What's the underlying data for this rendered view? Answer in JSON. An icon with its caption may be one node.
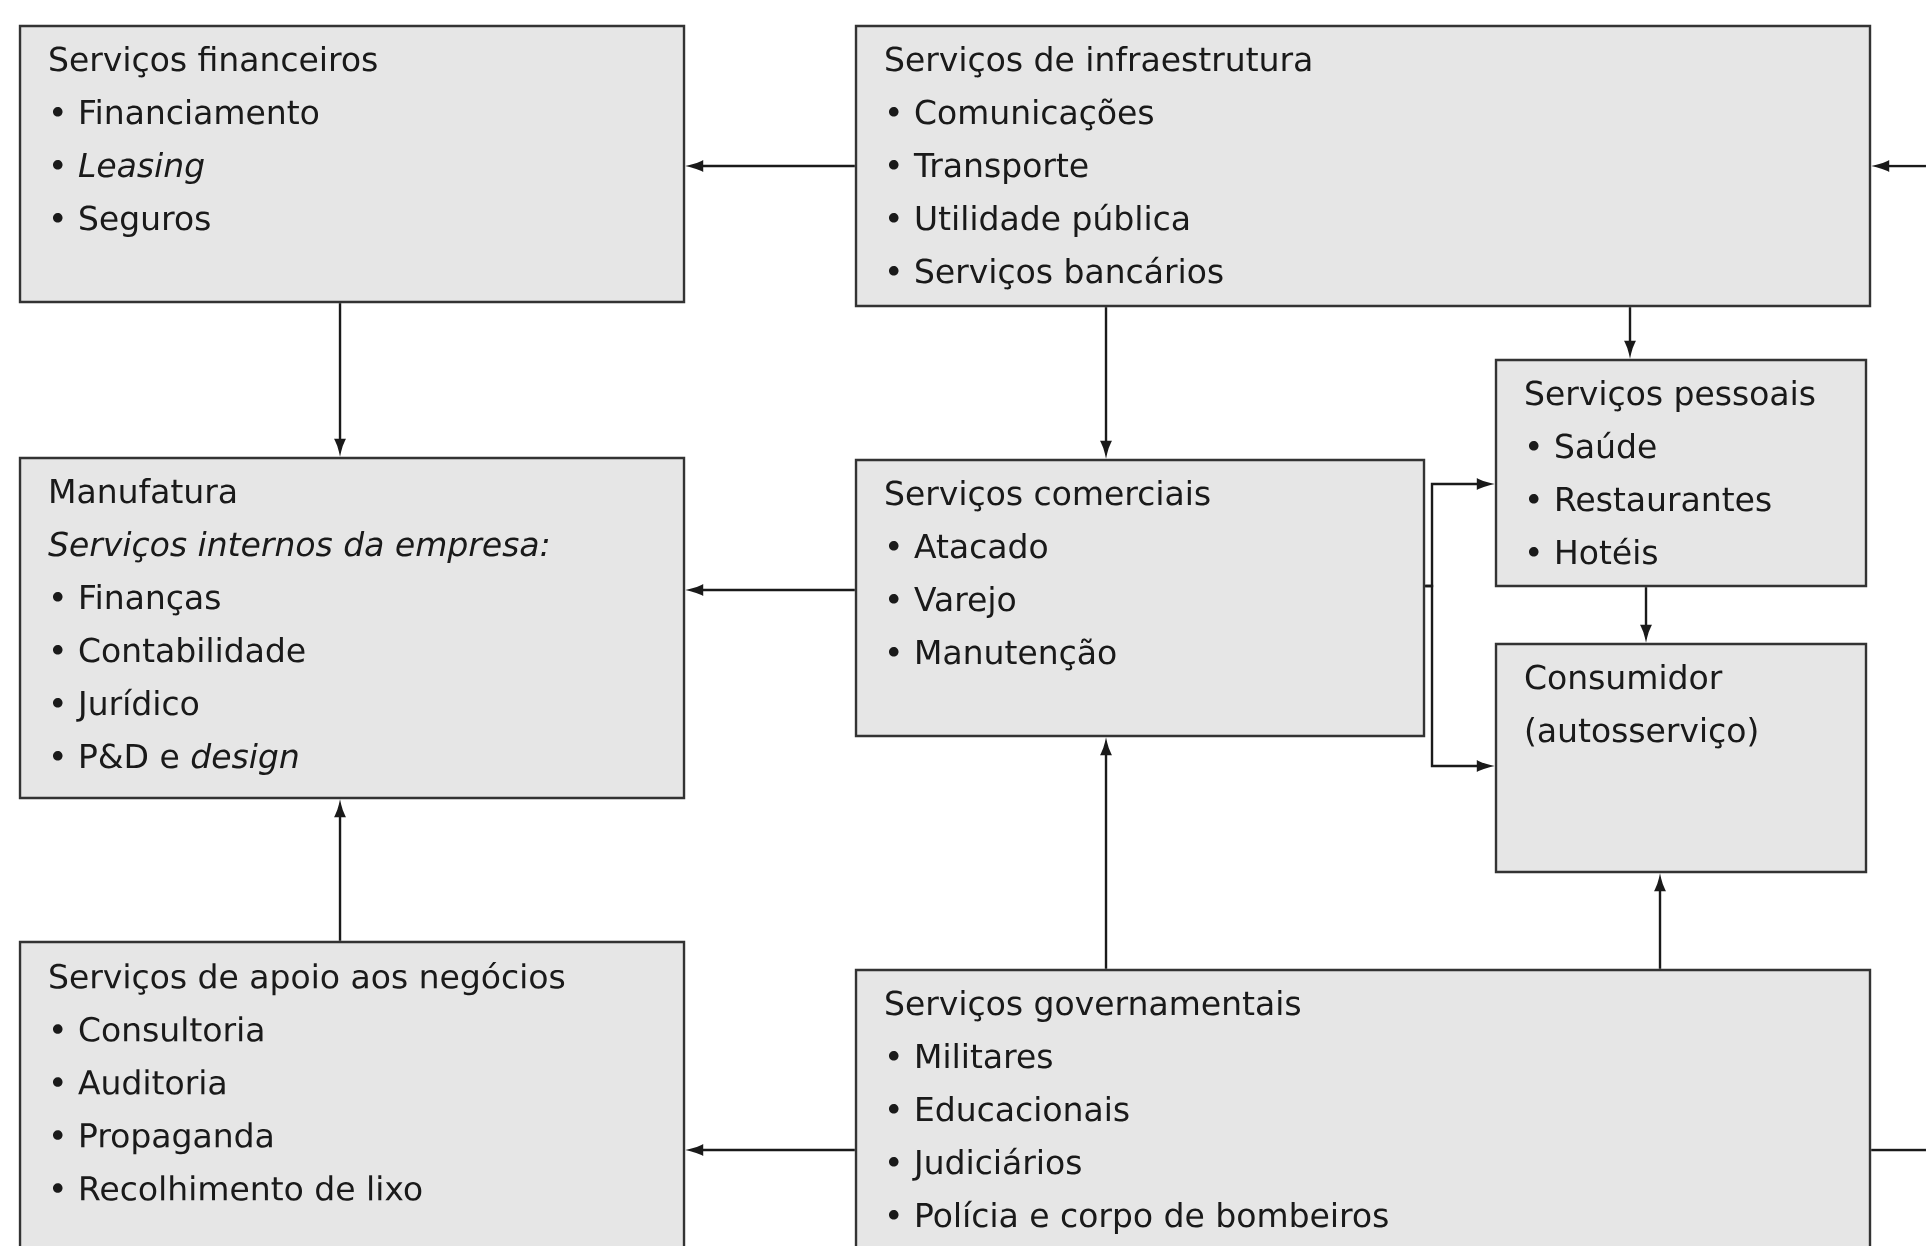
{
  "diagram": {
    "nodes": [
      {
        "text": [
          "Serviços financeiros",
          "• Financiamento",
          "• *Leasing*",
          "• Seguros"
        ]
      },
      {
        "text": [
          "Serviços de infraestrutura",
          "• Comunicações",
          "• Transporte",
          "• Utilidade pública",
          "• Serviços bancários"
        ]
      },
      {
        "text": [
          "Manufatura",
          "*Serviços internos da empresa:*",
          "• Finanças",
          "• Contabilidade",
          "• Jurídico",
          "• P&D e *design*"
        ]
      },
      {
        "text": [
          "Serviços comerciais",
          "• Atacado",
          "• Varejo",
          "• Manutenção"
        ]
      },
      {
        "text": [
          "Serviços pessoais",
          "• Saúde",
          "• Restaurantes",
          "• Hotéis"
        ]
      },
      {
        "text": [
          "Consumidor (autosserviço)"
        ]
      },
      {
        "text": [
          "Serviços de apoio aos negócios",
          "• Consultoria",
          "• Auditoria",
          "• Propaganda",
          "• Recolhimento de lixo"
        ]
      },
      {
        "text": [
          "Serviços governamentais",
          "• Militares",
          "• Educacionais",
          "• Judiciários",
          "• Polícia e corpo de bombeiros"
        ]
      }
    ],
    "edges": [
      {
        "from": 1,
        "to": 0,
        "arrow": "to"
      },
      {
        "from": null,
        "to": 1,
        "arrow": "to"
      },
      {
        "from": 0,
        "to": 2,
        "arrow": "to"
      },
      {
        "from": 1,
        "to": 3,
        "arrow": "to"
      },
      {
        "from": 1,
        "to": 4,
        "arrow": "to"
      },
      {
        "from": 3,
        "to": 2,
        "arrow": "to"
      },
      {
        "from": 3,
        "to": 4,
        "arrow": "to"
      },
      {
        "from": 3,
        "to": 5,
        "arrow": "to"
      },
      {
        "from": 4,
        "to": 5,
        "arrow": "to"
      },
      {
        "from": 6,
        "to": 2,
        "arrow": "to"
      },
      {
        "from": 7,
        "to": 6,
        "arrow": "to"
      },
      {
        "from": 7,
        "to": 3,
        "arrow": "to"
      },
      {
        "from": 7,
        "to": 5,
        "arrow": "to"
      },
      {
        "from": 7,
        "to": null,
        "arrow": "none"
      }
    ]
  }
}
